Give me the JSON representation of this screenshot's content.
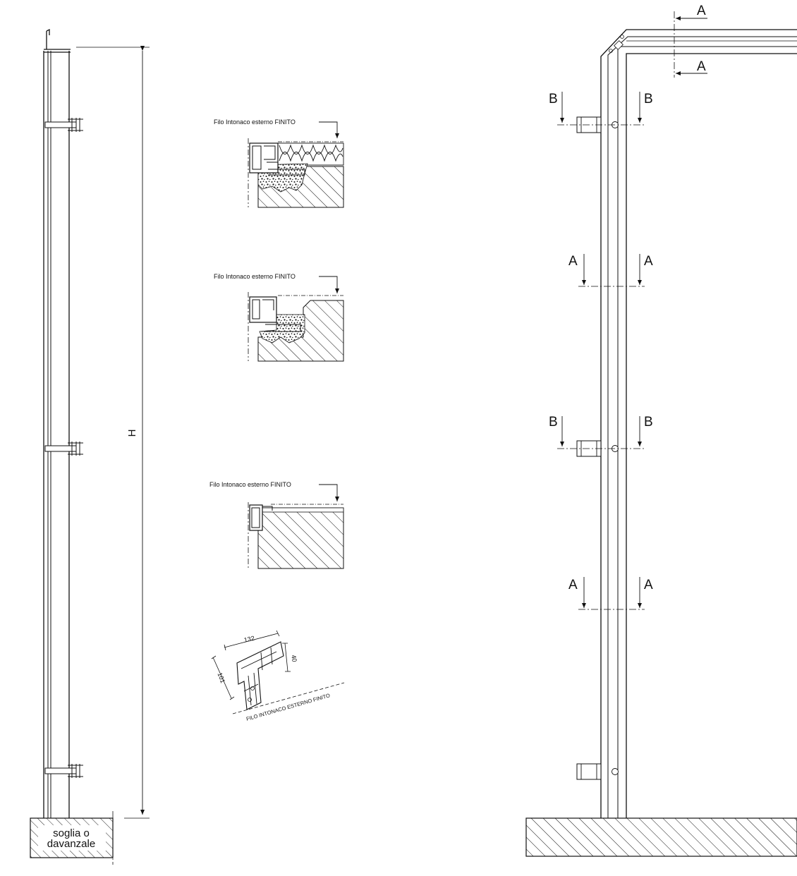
{
  "left_elevation": {
    "dimension_label": "H",
    "threshold_label_line1": "soglia o",
    "threshold_label_line2": "davanzale"
  },
  "sections": {
    "section1_label": "Filo Intonaco esterno FINITO",
    "section2_label": "Filo Intonaco esterno FINITO",
    "section3_label": "Filo Intonaco esterno FINITO"
  },
  "corner_detail": {
    "dim_width": "132",
    "dim_height": "101",
    "dim_depth": "40",
    "plaster_label": "FILO INTONACO ESTERNO FINITO"
  },
  "right_elevation": {
    "top_cut_upper": "A",
    "top_cut_lower": "A",
    "cut1_left": "B",
    "cut1_right": "B",
    "cut2_left": "A",
    "cut2_right": "A",
    "cut3_left": "B",
    "cut3_right": "B",
    "cut4_left": "A",
    "cut4_right": "A"
  }
}
